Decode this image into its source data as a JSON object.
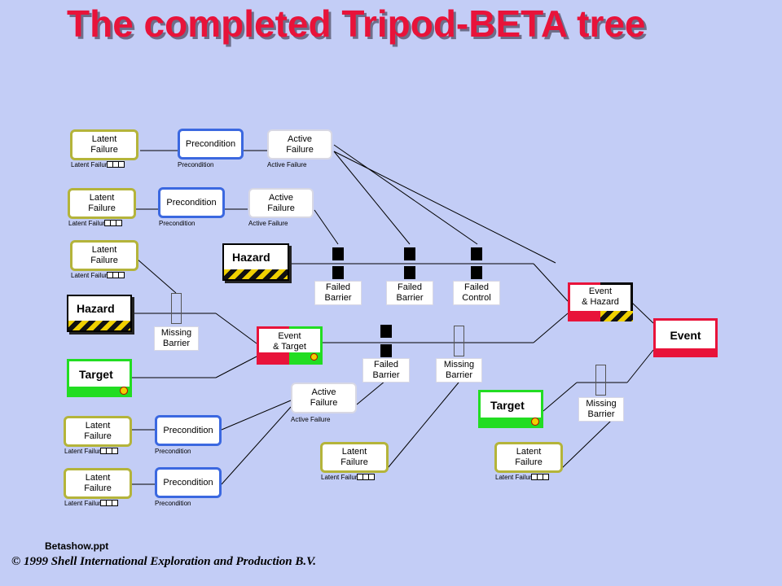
{
  "title": "The completed Tripod-BETA tree",
  "footer": {
    "file": "Betashow.ppt",
    "copyright_symbol": "©",
    "copyright": "1999 Shell International Exploration and Production B.V."
  },
  "labels": {
    "latent": "Latent\nFailure",
    "precondition": "Precondition",
    "active": "Active\nFailure",
    "small_latent": "Latent Failur",
    "small_precondition": "Precondition",
    "small_active": "Active Failure",
    "hazard": "Hazard",
    "target": "Target",
    "failed_barrier": "Failed\nBarrier",
    "failed_control": "Failed\nControl",
    "missing_barrier": "Missing\nBarrier",
    "event_target": "Event\n& Target",
    "event_hazard": "Event\n& Hazard",
    "event": "Event"
  },
  "colors": {
    "title": "#e8133a",
    "latent_border": "#b4b43a",
    "precondition_border": "#3b68e0",
    "target_green": "#22dd22",
    "event_red": "#e8133a",
    "background": "#c3cdf6"
  }
}
